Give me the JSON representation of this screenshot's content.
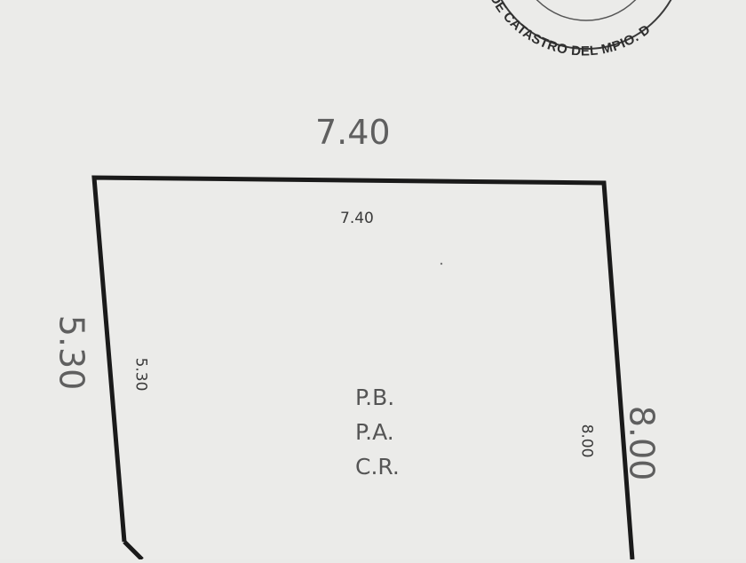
{
  "stamp": {
    "text": "DE CATASTRO DEL MPIO. D"
  },
  "plan": {
    "outer": {
      "top": "7.40",
      "left": "5.30",
      "right": "8.00"
    },
    "inner": {
      "top": "7.40",
      "left": "5.30",
      "right": "8.00"
    },
    "levels": [
      "P.B.",
      "P.A.",
      "C.R."
    ]
  },
  "colors": {
    "paper": "#eaeae8",
    "line": "#1a1a1a",
    "text": "#5f5f5f"
  }
}
